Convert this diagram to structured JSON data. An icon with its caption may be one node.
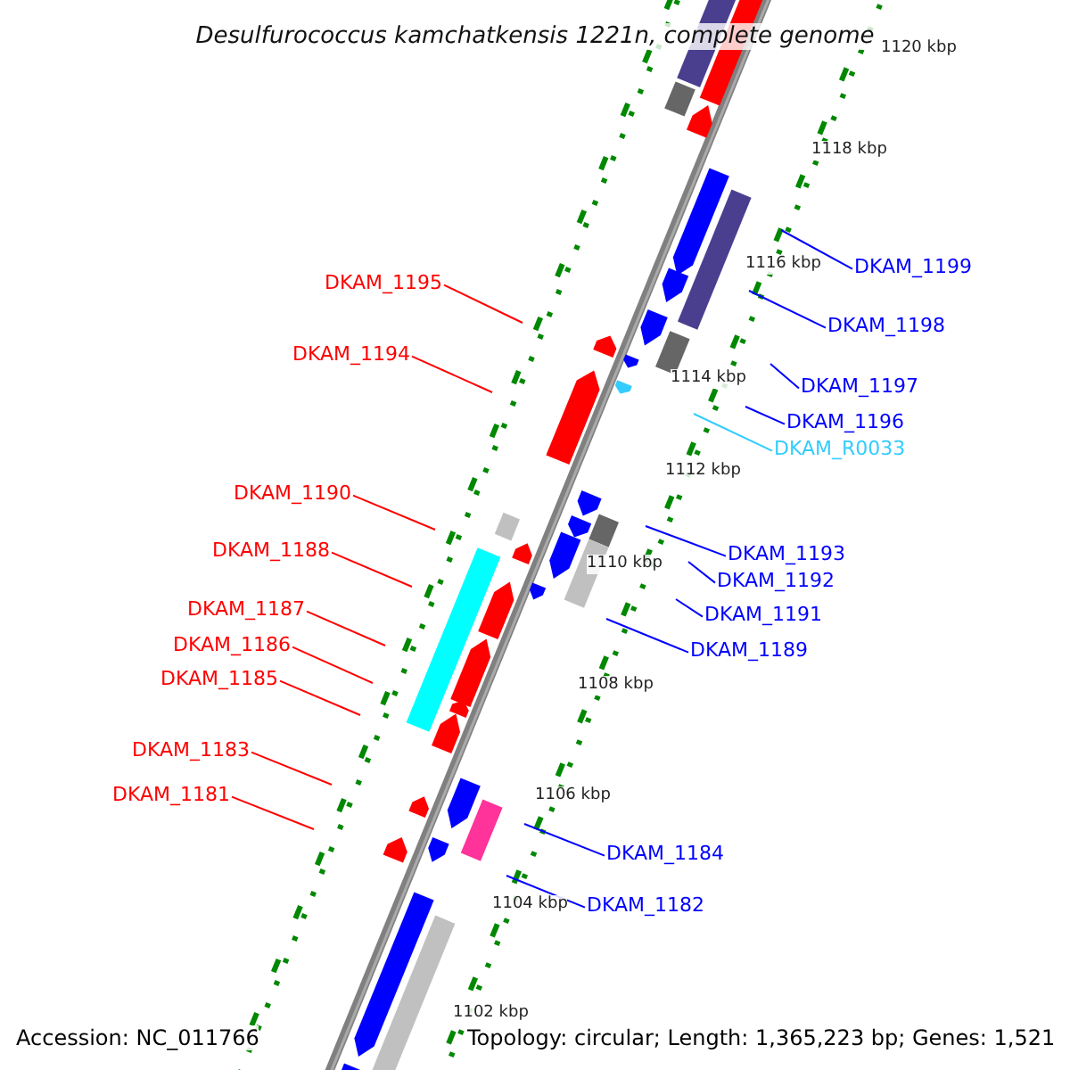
{
  "diagram": {
    "title": "Desulfurococcus kamchatkensis 1221n, complete genome",
    "nodes": [
      {
        "text": [
          "DKAM_1199"
        ]
      },
      {
        "text": [
          "DKAM_1195"
        ]
      },
      {
        "text": [
          "DKAM_1198"
        ]
      },
      {
        "text": [
          "DKAM_1194"
        ]
      },
      {
        "text": [
          "DKAM_1197"
        ]
      },
      {
        "text": [
          "DKAM_1196"
        ]
      },
      {
        "text": [
          "DKAM_R0033"
        ]
      },
      {
        "text": [
          "DKAM_1190"
        ]
      },
      {
        "text": [
          "DKAM_1188"
        ]
      },
      {
        "text": [
          "DKAM_1193"
        ]
      },
      {
        "text": [
          "DKAM_1192"
        ]
      },
      {
        "text": [
          "DKAM_1187"
        ]
      },
      {
        "text": [
          "DKAM_1191"
        ]
      },
      {
        "text": [
          "DKAM_1186"
        ]
      },
      {
        "text": [
          "DKAM_1189"
        ]
      },
      {
        "text": [
          "DKAM_1185"
        ]
      },
      {
        "text": [
          "DKAM_1183"
        ]
      },
      {
        "text": [
          "DKAM_1181"
        ]
      },
      {
        "text": [
          "DKAM_1184"
        ]
      },
      {
        "text": [
          "DKAM_1182"
        ]
      }
    ],
    "edges": [
      {
        "from": 0,
        "to": null,
        "arrow": "none"
      },
      {
        "from": 1,
        "to": null,
        "arrow": "none",
        "color": "#ff0000"
      },
      {
        "from": 2,
        "to": null,
        "arrow": "none"
      },
      {
        "from": 3,
        "to": null,
        "arrow": "none",
        "color": "#ff0000"
      },
      {
        "from": 4,
        "to": null,
        "arrow": "none"
      },
      {
        "from": 5,
        "to": null,
        "arrow": "none"
      },
      {
        "from": 6,
        "to": null,
        "arrow": "none",
        "color": "#33ccff"
      },
      {
        "from": 7,
        "to": null,
        "arrow": "none",
        "color": "#ff0000"
      },
      {
        "from": 8,
        "to": null,
        "arrow": "none",
        "color": "#ff0000"
      },
      {
        "from": 9,
        "to": null,
        "arrow": "none"
      },
      {
        "from": 10,
        "to": null,
        "arrow": "none"
      },
      {
        "from": 11,
        "to": null,
        "arrow": "none",
        "color": "#ff0000"
      },
      {
        "from": 12,
        "to": null,
        "arrow": "none"
      },
      {
        "from": 13,
        "to": null,
        "arrow": "none",
        "color": "#ff0000"
      },
      {
        "from": 14,
        "to": null,
        "arrow": "none"
      },
      {
        "from": 15,
        "to": null,
        "arrow": "none",
        "color": "#ff0000"
      },
      {
        "from": 16,
        "to": null,
        "arrow": "none",
        "color": "#ff0000"
      },
      {
        "from": 17,
        "to": null,
        "arrow": "none",
        "color": "#ff0000"
      },
      {
        "from": 18,
        "to": null,
        "arrow": "none"
      },
      {
        "from": 19,
        "to": null,
        "arrow": "none"
      }
    ],
    "labels": [
      "1120 kbp",
      "1118 kbp",
      "1116 kbp",
      "1114 kbp",
      "1112 kbp",
      "1110 kbp",
      "1108 kbp",
      "1106 kbp",
      "1104 kbp",
      "1102 kbp",
      "Accession: NC_011766",
      "Topology: circular; Length: 1,365,223 bp; Genes: 1,521"
    ]
  }
}
